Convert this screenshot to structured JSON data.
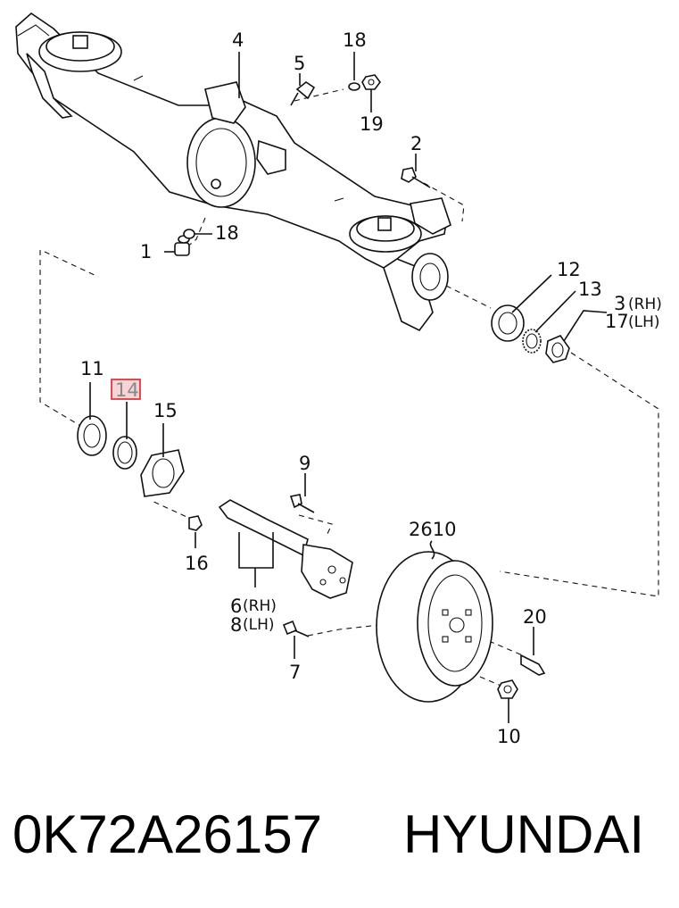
{
  "diagram": {
    "callouts": {
      "c1": "1",
      "c2": "2",
      "c3": "3",
      "c3_suffix": "(RH)",
      "c4": "4",
      "c5": "5",
      "c6": "6",
      "c6_suffix": "(RH)",
      "c7": "7",
      "c8": "8",
      "c8_suffix": "(LH)",
      "c9": "9",
      "c10": "10",
      "c11": "11",
      "c12": "12",
      "c13": "13",
      "c14": "14",
      "c15": "15",
      "c16": "16",
      "c17": "17",
      "c17_suffix": "(LH)",
      "c18a": "18",
      "c18b": "18",
      "c19": "19",
      "c20": "20",
      "c2610": "2610"
    },
    "highlight_color": "#d9262b",
    "highlight_fill": "#f6d4d6"
  },
  "caption": {
    "part_number": "0K72A26157",
    "brand": "HYUNDAI"
  }
}
